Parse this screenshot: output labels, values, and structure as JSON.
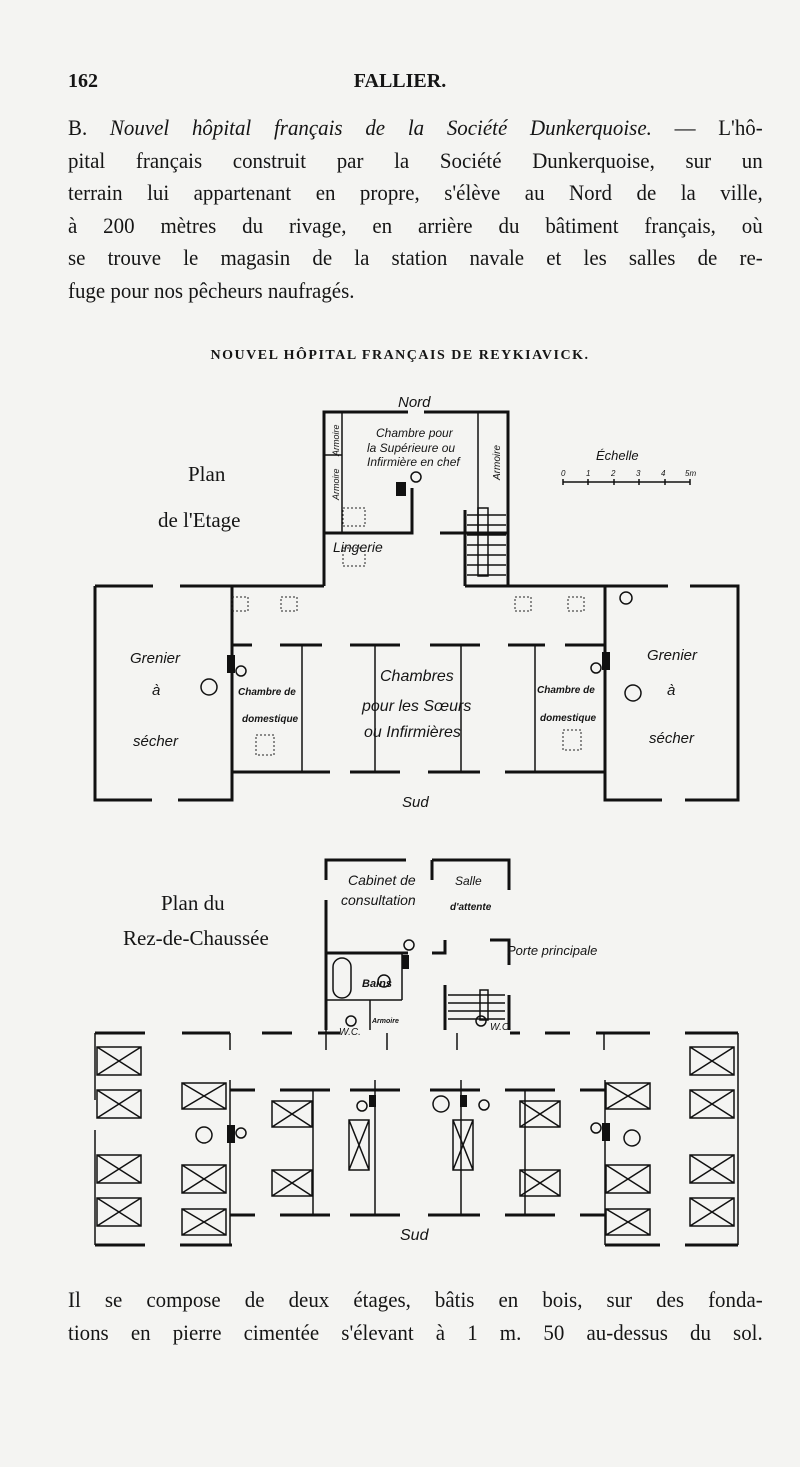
{
  "header": {
    "page_number": "162",
    "running_title": "FALLIER."
  },
  "paragraph1": {
    "lines": [
      {
        "prefix": "B. ",
        "italic": "Nouvel hôpital français de la Société Dunkerquoise.",
        "suffix": " — L'hô-"
      },
      {
        "text": "pital français construit par la Société Dunkerquoise, sur un"
      },
      {
        "text": "terrain lui appartenant en propre, s'élève au Nord de la ville,"
      },
      {
        "text": "à 200 mètres du rivage, en arrière du bâtiment français, où"
      },
      {
        "text": "se trouve le magasin de la station navale et les salles de re-"
      },
      {
        "text": "fuge pour nos pêcheurs naufragés."
      }
    ]
  },
  "figure": {
    "title": "NOUVEL HÔPITAL FRANÇAIS DE REYKIAVICK.",
    "upper_plan": {
      "label_line1": "Plan",
      "label_line2": "de l'Etage",
      "north": "Nord",
      "south": "Sud",
      "chambre_sup": [
        "Chambre pour",
        "la Supérieure ou",
        "Infirmière en chef"
      ],
      "armoire": "Armoire",
      "lingerie": "Lingerie",
      "grenier": [
        "Grenier",
        "à",
        "sécher"
      ],
      "chambre_domestique": [
        "Chambre de",
        "domestique"
      ],
      "chambres_soeurs": [
        "Chambres",
        "pour les Sœurs",
        "ou Infirmières"
      ],
      "scale": {
        "title": "Échelle",
        "ticks": [
          "0",
          "1",
          "2",
          "3",
          "4",
          "5m"
        ]
      }
    },
    "lower_plan": {
      "label_line1": "Plan du",
      "label_line2": "Rez-de-Chaussée",
      "cabinet": [
        "Cabinet de",
        "consultation"
      ],
      "salle": [
        "Salle",
        "d'attente"
      ],
      "porte": "Porte principale",
      "bains": "Bains",
      "wc": "W.C.",
      "armoire": "Armoire",
      "south": "Sud"
    }
  },
  "paragraph2": {
    "lines": [
      "Il se compose de deux étages, bâtis en bois, sur des fonda-",
      "tions en pierre cimentée s'élevant à 1 m. 50 au-dessus du sol."
    ]
  }
}
